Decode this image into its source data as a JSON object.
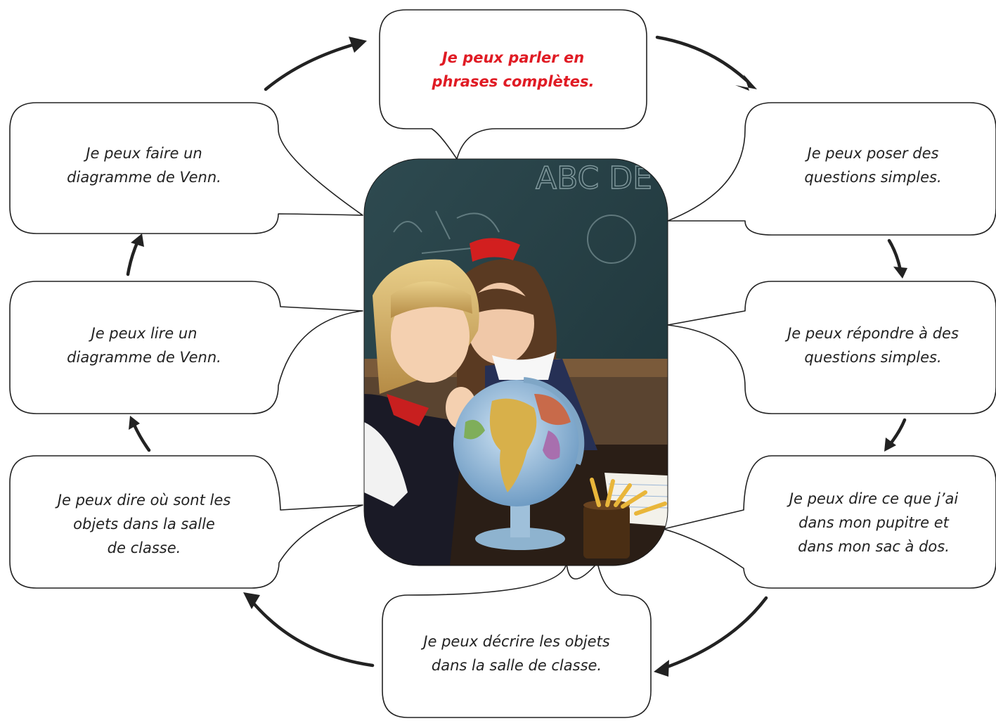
{
  "colors": {
    "text": "#222222",
    "highlight": "#e01b24",
    "outline": "#222222",
    "arrow": "#222222"
  },
  "center_image": {
    "icon": "photo-two-girls-globe-classroom",
    "chalkboard_text": "ABC DE"
  },
  "bubbles": {
    "top": "Je peux parler en\nphrases complètes.",
    "right_1": "Je peux poser des\nquestions simples.",
    "right_2": "Je peux répondre à des\nquestions simples.",
    "right_3": "Je peux dire ce que j’ai\ndans mon pupitre et\ndans mon sac à dos.",
    "bottom": "Je peux décrire les objets\ndans la salle de classe.",
    "left_3": "Je peux dire où sont les\nobjets dans la salle\nde classe.",
    "left_2": "Je peux lire un\ndiagramme de Venn.",
    "left_1": "Je peux faire un\ndiagramme de Venn."
  }
}
